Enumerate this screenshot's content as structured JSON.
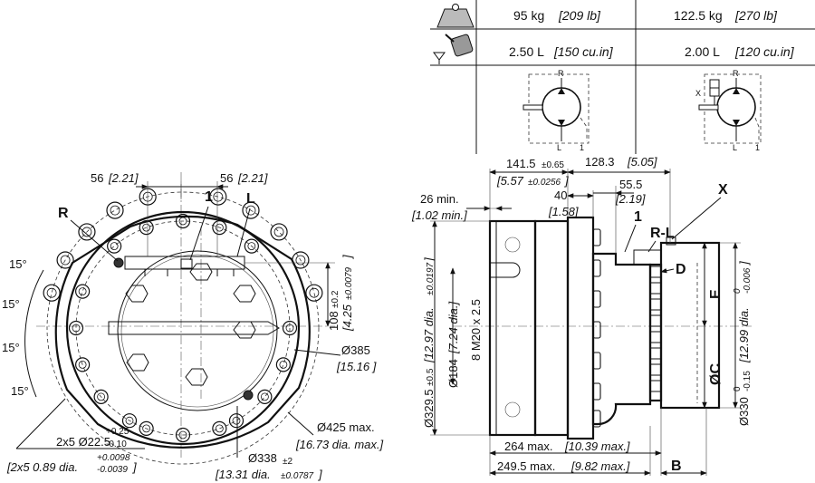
{
  "spec_table": {
    "weight": {
      "icon": "weight-icon",
      "col1_value": "95 kg",
      "col1_imperial": "[209 lb]",
      "col2_value": "122.5 kg",
      "col2_imperial": "[270 lb]"
    },
    "oil_volume": {
      "icon": "oil-can-icon",
      "col1_value": "2.50 L",
      "col1_imperial": "[150 cu.in]",
      "col2_value": "2.00 L",
      "col2_imperial": "[120 cu.in]"
    },
    "schematic1": {
      "r": "R",
      "l": "L",
      "one": "1"
    },
    "schematic2": {
      "r": "R",
      "l": "L",
      "one": "1",
      "x": "X"
    }
  },
  "front_view": {
    "label_R": "R",
    "label_1": "1",
    "label_L": "L",
    "dim_56_left": "56",
    "dim_56_left_in": "[2.21]",
    "dim_56_right": "56",
    "dim_56_right_in": "[2.21]",
    "angle1": "15°",
    "angle2": "15°",
    "angle3": "15°",
    "angle4": "15°",
    "dim_108": "108",
    "dim_108_tol": "±0.2",
    "dim_108_in": "[4.25",
    "dim_108_in_tol": "±0.0079",
    "dim_108_in_close": "]",
    "dim_385": "Ø385",
    "dim_385_in": "[15.16 ]",
    "dim_425": "Ø425 max.",
    "dim_425_in": "[16.73 dia. max.]",
    "dim_338": "Ø338",
    "dim_338_tol": "±2",
    "dim_338_in": "[13.31 dia.",
    "dim_338_in_tol": "±0.0787",
    "dim_338_in_close": "]",
    "holes": "2x5 Ø22.5",
    "holes_tol_up": "+0.25",
    "holes_tol_dn": "-0.10",
    "holes_in": "[2x5 0.89 dia.",
    "holes_in_tol_up": "+0.0098",
    "holes_in_tol_dn": "-0.0039",
    "holes_in_close": "]"
  },
  "side_view": {
    "dim_141": "141.5",
    "dim_141_tol": "±0.65",
    "dim_141_in": "[5.57",
    "dim_141_in_tol": "±0.0256",
    "dim_141_in_close": "]",
    "dim_128": "128.3",
    "dim_128_in": "[5.05]",
    "dim_26": "26 min.",
    "dim_26_in": "[1.02 min.]",
    "dim_40": "40",
    "dim_40_in": "[1.58]",
    "dim_55": "55.5",
    "dim_55_in": "[2.19]",
    "label_X": "X",
    "label_1": "1",
    "label_RL": "R-L",
    "label_D": "D",
    "label_E": "E",
    "label_C": "ØC",
    "dim_329": "Ø329.5",
    "dim_329_tol": "±0.5",
    "dim_329_in": "[12.97 dia.",
    "dim_329_in_tol": "±0.0197",
    "dim_329_in_close": "]",
    "dim_184": "Ø184",
    "dim_184_in": "[7.24 dia.]",
    "dim_m20": "8 M20 x 2.5",
    "dim_330": "Ø330",
    "dim_330_tol_up": "0",
    "dim_330_tol_dn": "-0.15",
    "dim_330_in": "[12.99 dia.",
    "dim_330_in_tol_up": "0",
    "dim_330_in_tol_dn": "-0.006",
    "dim_330_in_close": "]",
    "dim_264": "264 max.",
    "dim_264_in": "[10.39 max.]",
    "dim_249": "249.5 max.",
    "dim_249_in": "[9.82 max.]",
    "label_B": "B"
  }
}
